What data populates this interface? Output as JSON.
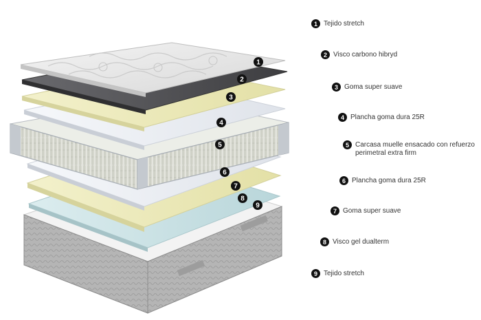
{
  "layers": [
    {
      "num": "1",
      "label": "Tejido stretch"
    },
    {
      "num": "2",
      "label": "Visco carbono hibryd"
    },
    {
      "num": "3",
      "label": "Goma super suave"
    },
    {
      "num": "4",
      "label": "Plancha goma dura 25R"
    },
    {
      "num": "5",
      "label": "Carcasa muelle ensacado con refuerzo\nperimetral extra firm"
    },
    {
      "num": "6",
      "label": "Plancha goma dura 25R"
    },
    {
      "num": "7",
      "label": "Goma super suave"
    },
    {
      "num": "8",
      "label": "Visco gel dualterm"
    },
    {
      "num": "9",
      "label": "Tejido stretch"
    }
  ],
  "colors": {
    "quilt_top": "#ececec",
    "carbon": "#555558",
    "soft_foam": "#e9e7b9",
    "firm_foam": "#eef0f5",
    "springs": "#d9dbd3",
    "frame": "#c4c9cf",
    "gel": "#cfe3e6",
    "cover_side": "#a9a9a9",
    "badge": "#111111"
  }
}
